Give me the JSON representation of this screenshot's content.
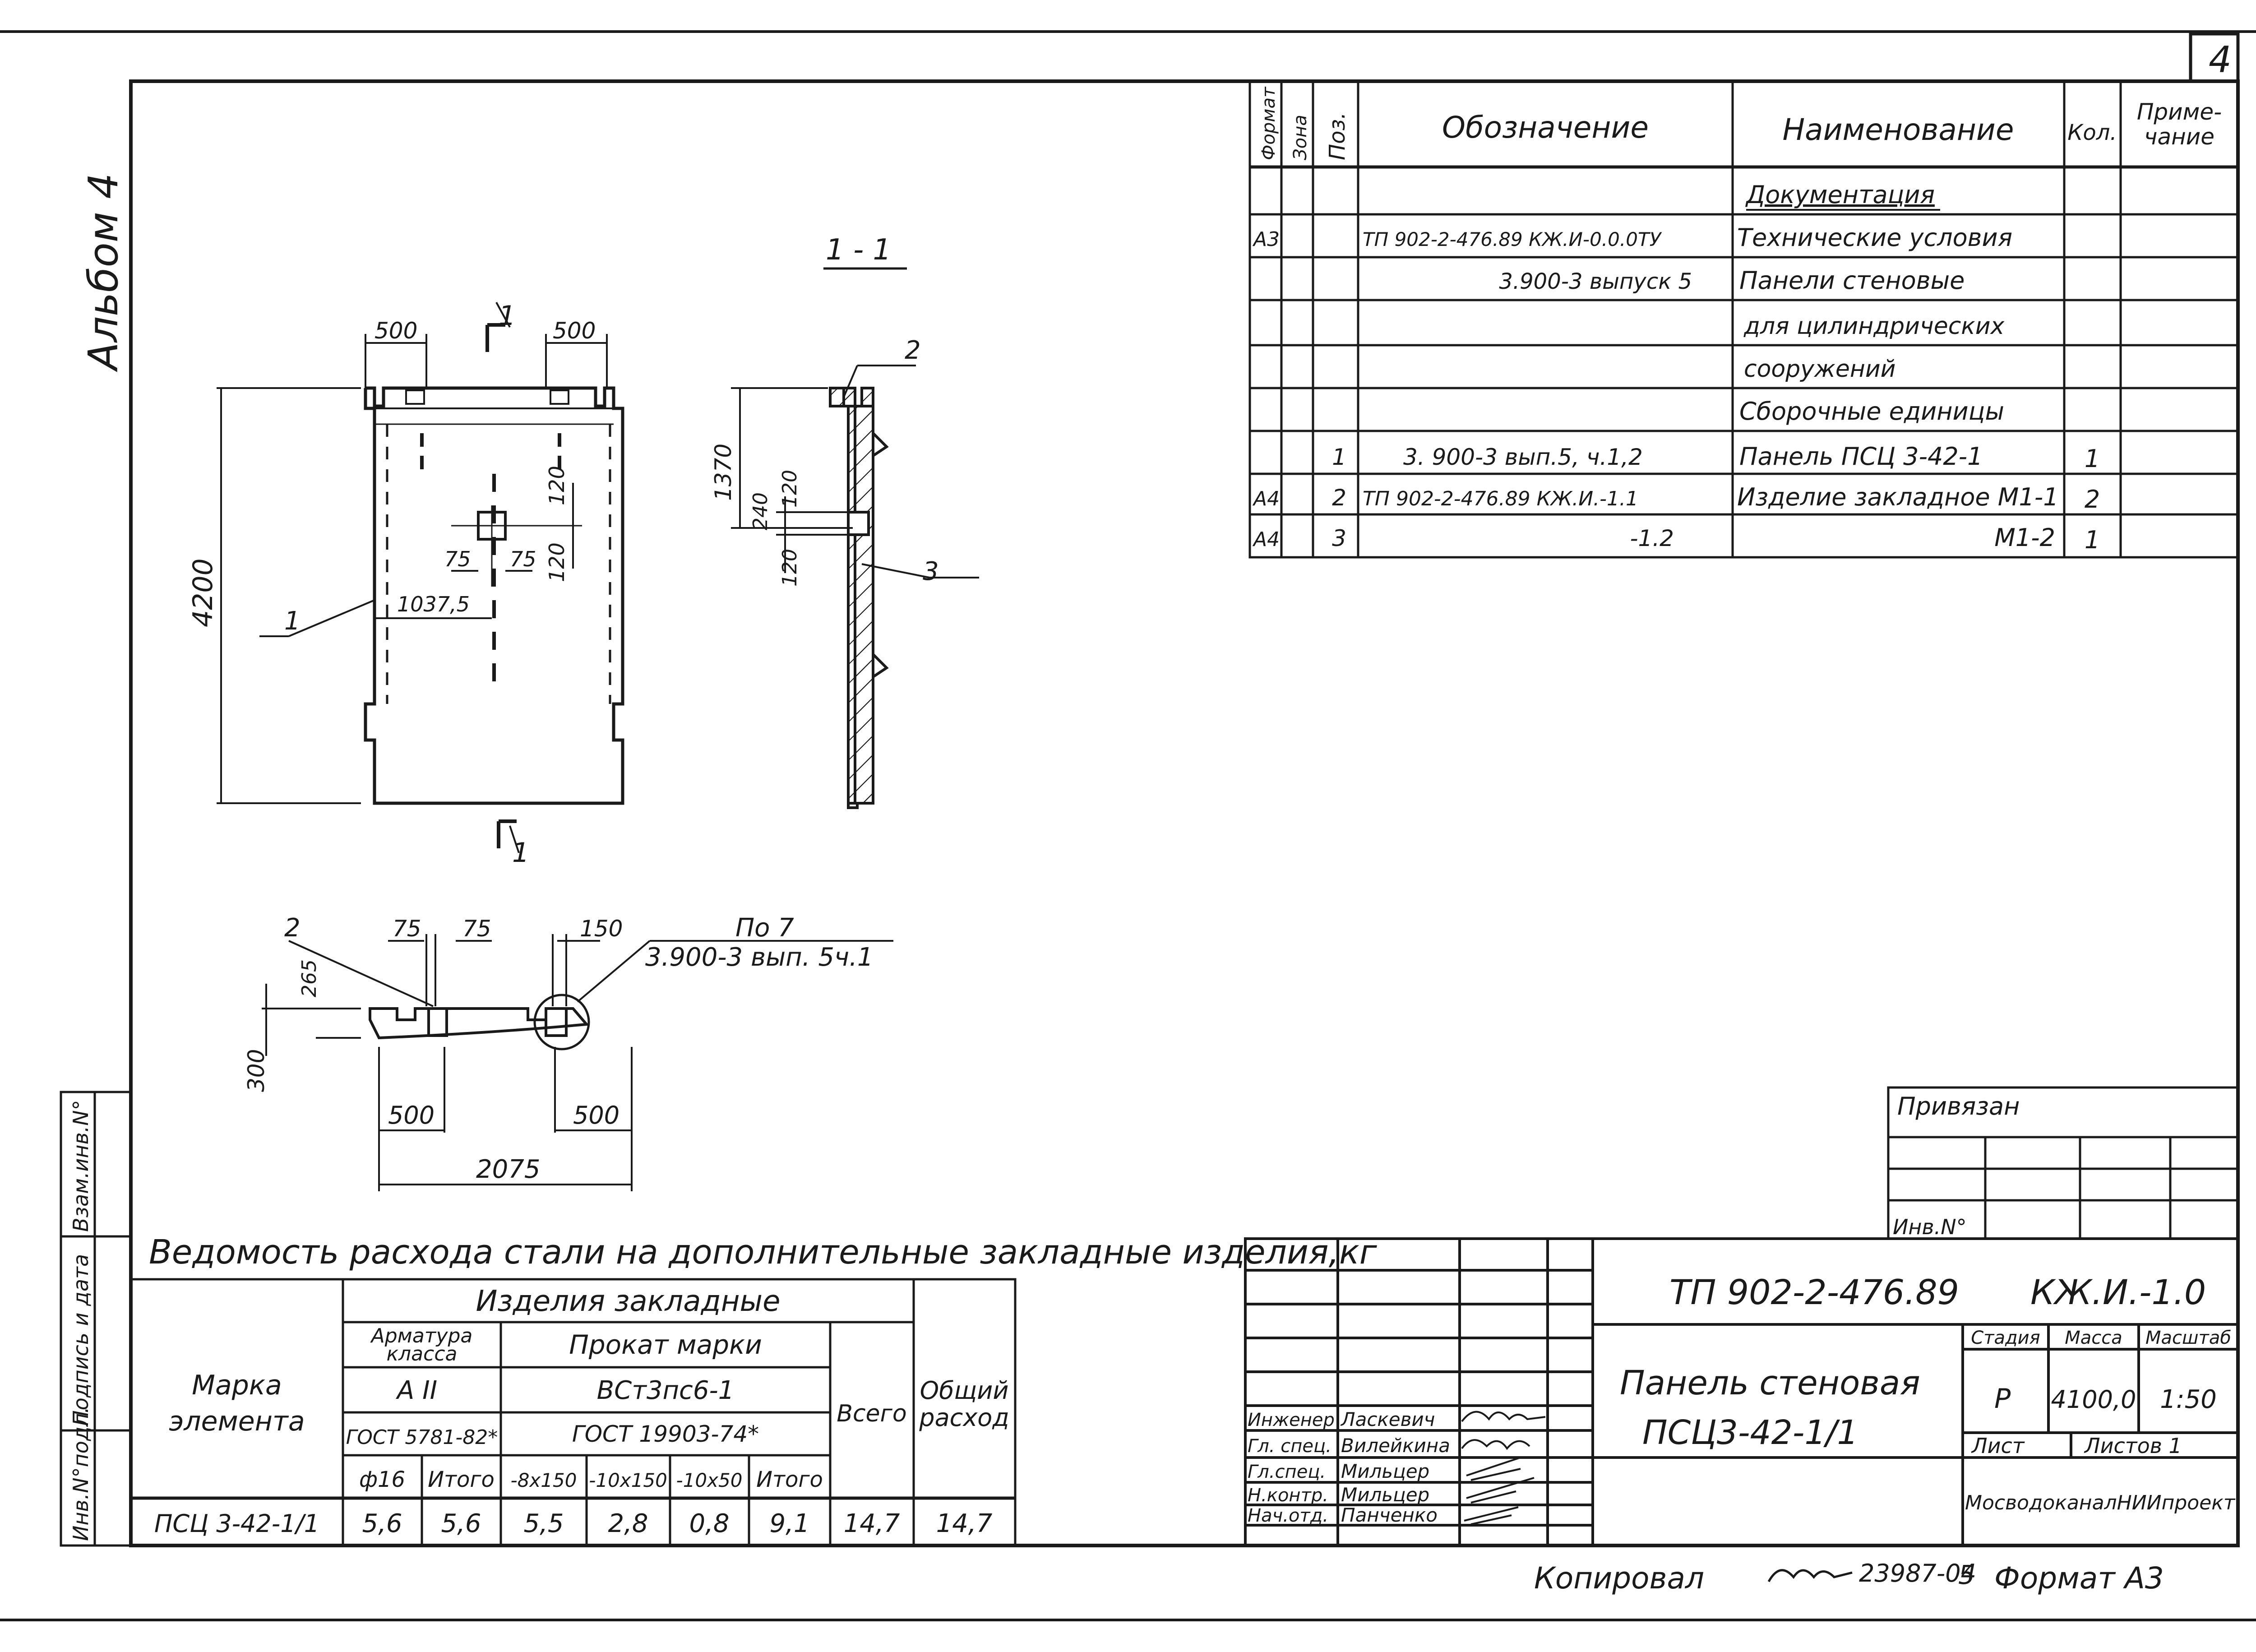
{
  "sheet": {
    "number": "4",
    "album": "Альбом 4"
  },
  "side_stamp": {
    "inv_podl": "Инв.N°подл.",
    "podpis_data": "Подпись и дата",
    "vzam_inv": "Взам.инв.N°"
  },
  "spec": {
    "headers": {
      "format": "Формат",
      "zona": "Зона",
      "poz": "Поз.",
      "oboznachenie": "Обозначение",
      "naimenovanie": "Наименование",
      "kol": "Кол.",
      "primechanie_1": "Приме-",
      "primechanie_2": "чание"
    },
    "rows": [
      {
        "format": "",
        "poz": "",
        "oboz": "",
        "naim": "Документация",
        "kol": ""
      },
      {
        "format": "А3",
        "poz": "",
        "oboz": "ТП 902-2-476.89 КЖ.И-0.0.0ТУ",
        "naim": "Технические условия",
        "kol": ""
      },
      {
        "format": "",
        "poz": "",
        "oboz": "3.900-3 выпуск 5",
        "naim": "Панели стеновые",
        "kol": ""
      },
      {
        "format": "",
        "poz": "",
        "oboz": "",
        "naim": "для цилиндрических",
        "kol": ""
      },
      {
        "format": "",
        "poz": "",
        "oboz": "",
        "naim": "сооружений",
        "kol": ""
      },
      {
        "format": "",
        "poz": "",
        "oboz": "",
        "naim": "Сборочные единицы",
        "kol": ""
      },
      {
        "format": "",
        "poz": "1",
        "oboz": "3. 900-3 вып.5, ч.1,2",
        "naim": "Панель ПСЦ 3-42-1",
        "kol": "1"
      },
      {
        "format": "А4",
        "poz": "2",
        "oboz": "ТП 902-2-476.89 КЖ.И.-1.1",
        "naim": "Изделие закладное М1-1",
        "kol": "2"
      },
      {
        "format": "А4",
        "poz": "3",
        "oboz": "-1.2",
        "naim": "М1-2",
        "kol": "1"
      }
    ]
  },
  "drawing": {
    "section_label": "1 - 1",
    "cut_mark": "1",
    "front": {
      "dim_width_left": "500",
      "dim_width_right": "500",
      "dim_height": "4200",
      "dim_120_top": "120",
      "dim_120_bottom": "120",
      "dim_75_left": "75",
      "dim_75_right": "75",
      "dim_1037": "1037,5",
      "leader_1": "1"
    },
    "section": {
      "dim_1370": "1370",
      "dim_240": "240",
      "dim_120_a": "120",
      "dim_120_b": "120",
      "leader_2": "2",
      "leader_3": "3"
    },
    "plan": {
      "leader_2": "2",
      "dim_75_a": "75",
      "dim_75_b": "75",
      "dim_150": "150",
      "note_1": "По 7",
      "note_2": "3.900-3 вып. 5ч.1",
      "dim_265": "265",
      "dim_300": "300",
      "dim_500_left": "500",
      "dim_500_right": "500",
      "dim_2075": "2075"
    }
  },
  "steel_table": {
    "title": "Ведомость расхода стали на дополнительные закладные изделия,кг",
    "marka_1": "Марка",
    "marka_2": "элемента",
    "izdeliya": "Изделия закладные",
    "armatura_1": "Арматура",
    "armatura_2": "класса",
    "armatura_class": "А II",
    "armatura_gost": "ГОСТ 5781-82*",
    "prokat": "Прокат марки",
    "prokat_mark": "ВСт3пс6-1",
    "prokat_gost": "ГОСТ 19903-74*",
    "vsego": "Всего",
    "obshchiy_1": "Общий",
    "obshchiy_2": "расход",
    "sub_headers": [
      "ф16",
      "Итого",
      "-8х150",
      "-10х150",
      "-10х50",
      "Итого"
    ],
    "row": {
      "marka": "ПСЦ 3-42-1/1",
      "values": [
        "5,6",
        "5,6",
        "5,5",
        "2,8",
        "0,8",
        "9,1",
        "14,7",
        "14,7"
      ]
    }
  },
  "privyazan": {
    "title": "Привязан",
    "inv": "Инв.N°"
  },
  "title_block": {
    "code_1": "ТП 902-2-476.89",
    "code_2": "КЖ.И.-1.0",
    "name_1": "Панель стеновая",
    "name_2": "ПСЦ3-42-1/1",
    "stadiya_label": "Стадия",
    "massa_label": "Масса",
    "masshtab_label": "Масштаб",
    "stadiya": "Р",
    "massa": "4100,0",
    "masshtab": "1:50",
    "list_label": "Лист",
    "listov_label": "Листов 1",
    "org": "МосводоканалНИИпроект",
    "staff": [
      {
        "role": "Инженер",
        "name": "Ласкевич"
      },
      {
        "role": "Гл. спец.",
        "name": "Вилейкина"
      },
      {
        "role": "Гл.спец.",
        "name": "Мильцер"
      },
      {
        "role": "Н.контр.",
        "name": "Мильцер"
      },
      {
        "role": "Нач.отд.",
        "name": "Панченко"
      }
    ]
  },
  "footer": {
    "copied": "Копировал",
    "number": "23987-04",
    "page": "5",
    "format": "Формат А3"
  }
}
